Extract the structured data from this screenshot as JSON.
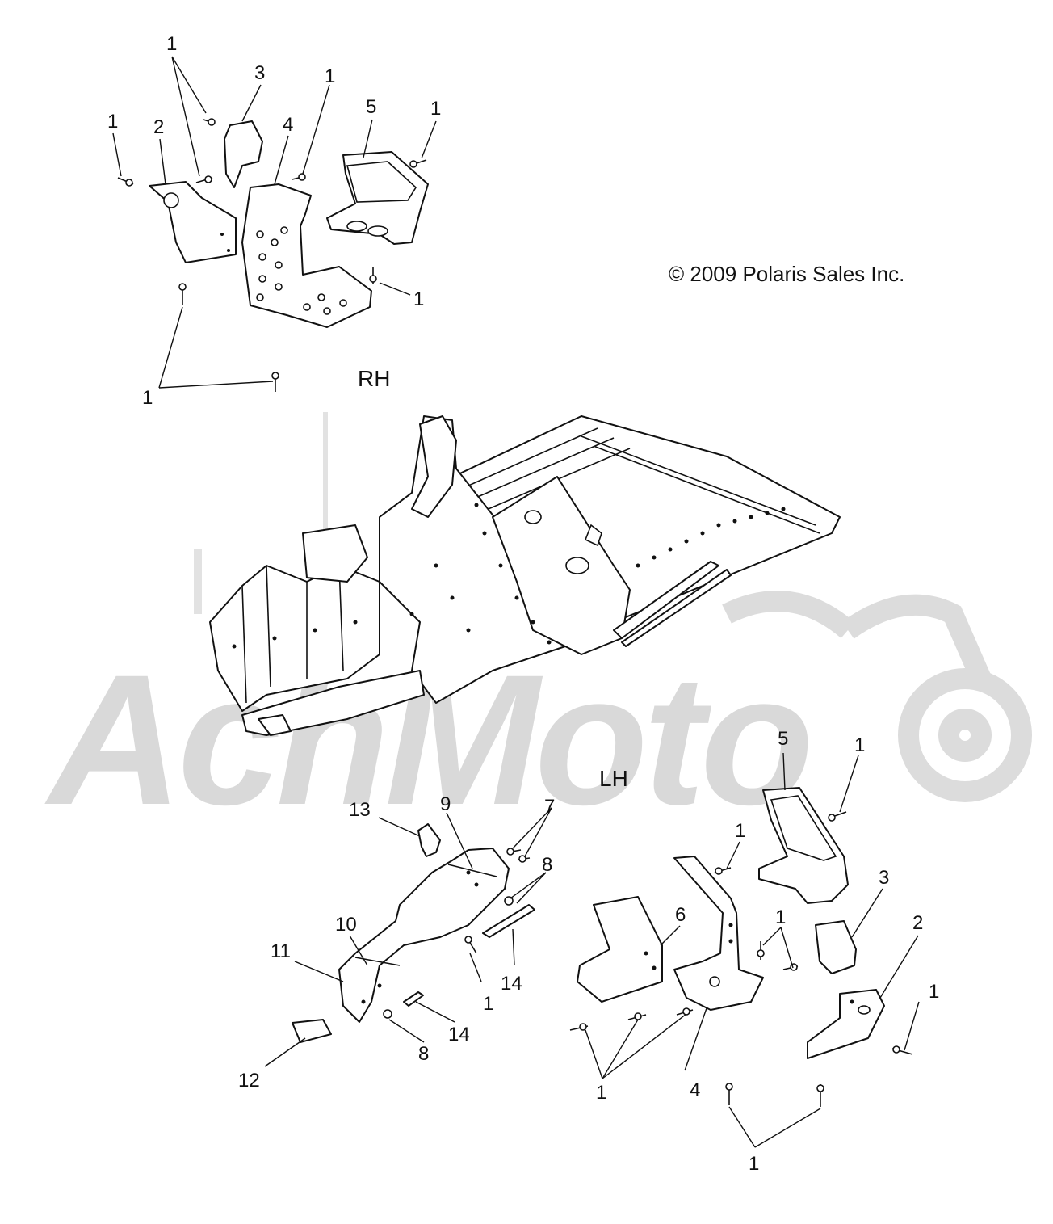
{
  "copyright": "© 2009 Polaris Sales Inc.",
  "sides": {
    "rh": "RH",
    "lh": "LH"
  },
  "watermark": "AchMoto",
  "callouts": {
    "rh": [
      "1",
      "1",
      "1",
      "1",
      "1",
      "1",
      "1",
      "1",
      "2",
      "3",
      "4",
      "5"
    ],
    "lh": [
      "1",
      "1",
      "1",
      "1",
      "1",
      "1",
      "1",
      "2",
      "3",
      "4",
      "5",
      "6",
      "7",
      "8",
      "8",
      "9",
      "10",
      "11",
      "12",
      "13",
      "14",
      "14"
    ]
  },
  "colors": {
    "line": "#111111",
    "watermark": "#d9d9d9",
    "background": "#ffffff"
  },
  "icons": {
    "watermark_logo": "motorcycle-icon"
  }
}
